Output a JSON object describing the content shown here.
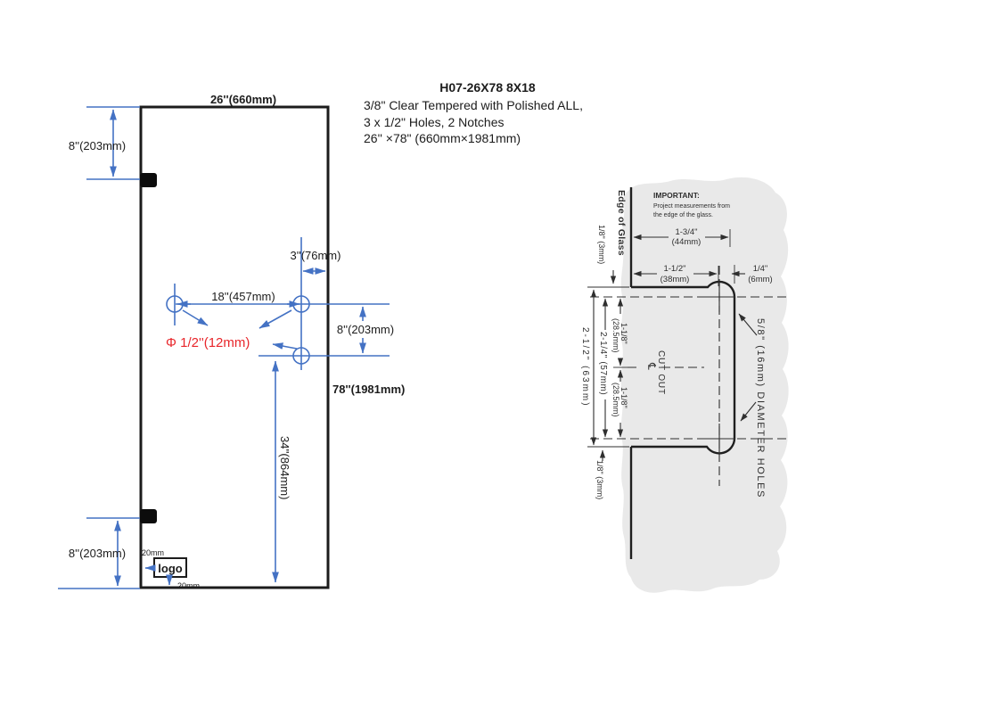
{
  "title_block": {
    "model": "H07-26X78 8X18",
    "spec_line1": "3/8\" Clear Tempered with Polished ALL,",
    "spec_line2": "3 x 1/2\" Holes, 2 Notches",
    "spec_line3": "26'' ×78\" (660mm×1981mm)"
  },
  "door_drawing": {
    "width_dim": "26''(660mm)",
    "height_dim": "78''(1981mm)",
    "top_notch_dim": "8''(203mm)",
    "bottom_notch_dim": "8''(203mm)",
    "hole_span_dim": "18''(457mm)",
    "hole_edge_dim": "3''(76mm)",
    "hole_vertical_dim": "8''(203mm)",
    "hole_to_bottom_dim": "34''(864mm)",
    "hole_diameter_dim": "Φ 1/2''(12mm)",
    "logo_label": "logo",
    "logo_side_offset": "20mm",
    "logo_bottom_offset": "20mm"
  },
  "detail_drawing": {
    "edge_label": "Edge of Glass",
    "note_title": "IMPORTANT:",
    "note_line1": "Project measurements from",
    "note_line2": "the edge of the glass.",
    "dim_to_hole_center": "1-3/4\"",
    "dim_to_hole_center_mm": "(44mm)",
    "dim_notch_depth": "1-1/2\"",
    "dim_notch_depth_mm": "(38mm)",
    "dim_hole_overhang": "1/4\"",
    "dim_hole_overhang_mm": "(6mm)",
    "dim_edge_gap_top": "1/8\" (3mm)",
    "dim_edge_gap_bottom": "1/8\" (3mm)",
    "dim_notch_height": "2-1/2\" (63mm)",
    "dim_hole_centers": "2-1/4\" (57mm)",
    "dim_half_top": "1-1/8\"",
    "dim_half_top_mm": "(28.5mm)",
    "dim_half_bottom": "1-1/8\"",
    "dim_half_bottom_mm": "(28.5mm)",
    "cutout_label": "CUT OUT",
    "centerline_symbol": "℄",
    "holes_note": "5/8\" (16mm) DIAMETER HOLES"
  },
  "colors": {
    "dimension_blue": "#4472c4",
    "diameter_red": "#e8262b",
    "drawing_black": "#1c1c1c",
    "detail_line": "#2f2f2f",
    "glass_gray": "#e9e9e9"
  }
}
